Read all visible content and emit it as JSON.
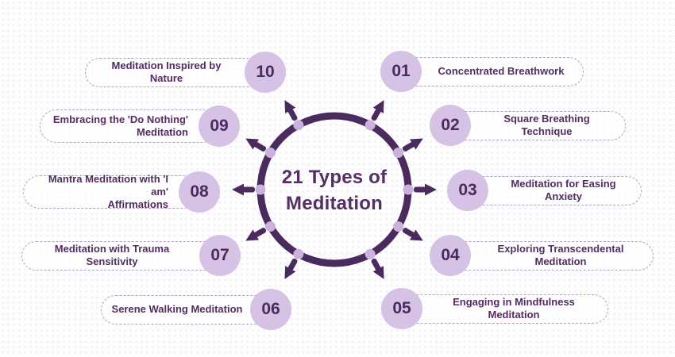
{
  "infographic": {
    "title": "21 Types of\nMeditation"
  },
  "items": [
    {
      "number": "01",
      "label": "Concentrated Breathwork"
    },
    {
      "number": "02",
      "label": "Square Breathing Technique"
    },
    {
      "number": "03",
      "label": "Meditation for Easing Anxiety"
    },
    {
      "number": "04",
      "label": "Exploring Transcendental Meditation"
    },
    {
      "number": "05",
      "label": "Engaging in Mindfulness Meditation"
    },
    {
      "number": "06",
      "label": "Serene Walking Meditation"
    },
    {
      "number": "07",
      "label": "Meditation with Trauma Sensitivity"
    },
    {
      "number": "08",
      "label": "Mantra Meditation with 'I am'\nAffirmations"
    },
    {
      "number": "09",
      "label": "Embracing the 'Do Nothing'\nMeditation"
    },
    {
      "number": "10",
      "label": "Meditation Inspired by Nature"
    }
  ],
  "colors": {
    "dark_purple": "#4b2a5e",
    "light_purple": "#d5c2e5",
    "ring_dot": "#cbb2dc",
    "dash_border": "#b1a3bf",
    "title_text": "#542f63"
  }
}
